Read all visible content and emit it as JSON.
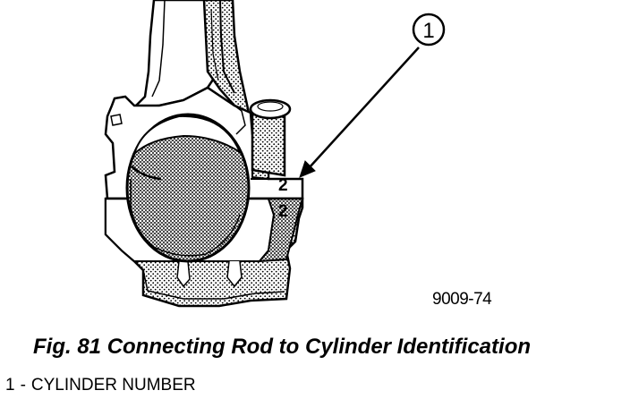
{
  "figure": {
    "callout": "1",
    "stamp_upper": "2",
    "stamp_lower": "2",
    "code": "9009-74"
  },
  "caption": "Fig. 81 Connecting Rod to Cylinder Identification",
  "legend": [
    {
      "number": "1",
      "separator": "-",
      "text": "CYLINDER NUMBER"
    }
  ]
}
